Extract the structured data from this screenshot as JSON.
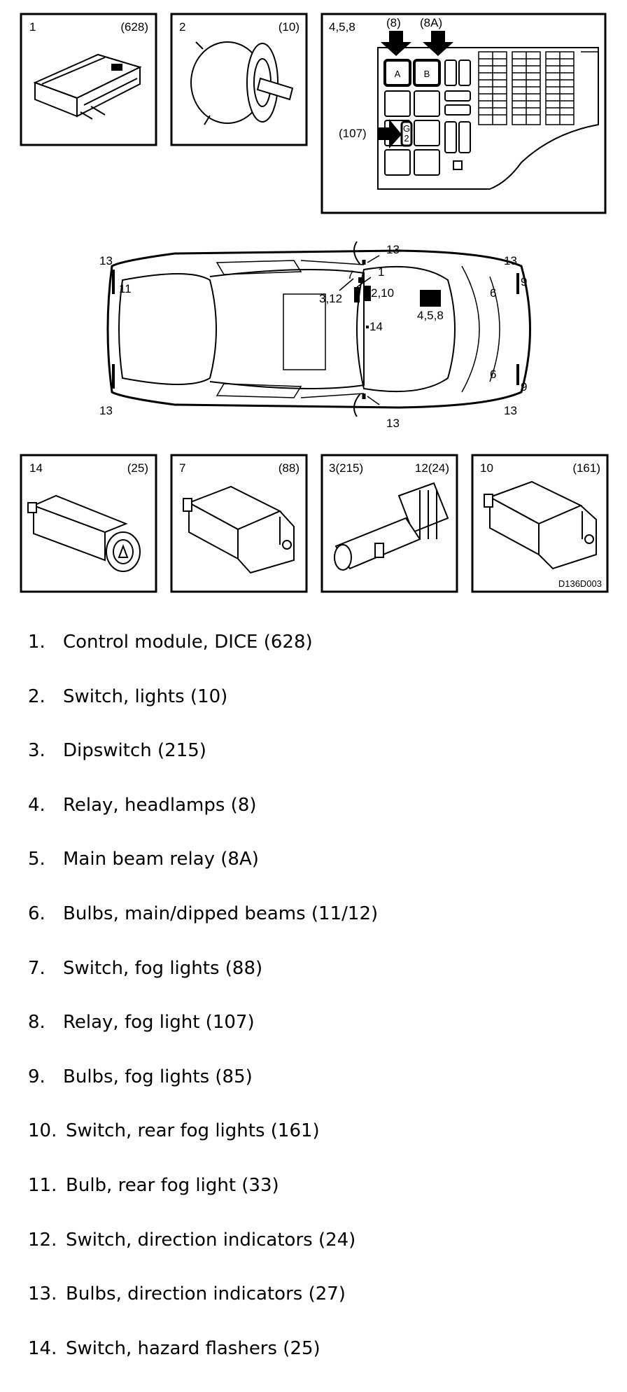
{
  "panels_top": [
    {
      "id": "1",
      "code": "(628)"
    },
    {
      "id": "2",
      "code": "(10)"
    }
  ],
  "fusebox": {
    "label": "4,5,8",
    "arrow_labels": [
      "(8)",
      "(8A)",
      "(107)"
    ],
    "cells": [
      "A",
      "B",
      "G",
      "2"
    ]
  },
  "car_labels": [
    "13",
    "13",
    "13",
    "13",
    "13",
    "13",
    "11",
    "7",
    "1",
    "3,12",
    "2,10",
    "4,5,8",
    "14",
    "6",
    "6",
    "9",
    "9"
  ],
  "panels_bottom": [
    {
      "id": "14",
      "code": "(25)"
    },
    {
      "id": "7",
      "code": "(88)"
    },
    {
      "id": "3(215)",
      "code": "12(24)"
    },
    {
      "id": "10",
      "code": "(161)"
    }
  ],
  "figure_code": "D136D003",
  "legend": [
    {
      "num": "1.",
      "text": "Control module, DICE (628)"
    },
    {
      "num": "2.",
      "text": "Switch, lights (10)"
    },
    {
      "num": "3.",
      "text": "Dipswitch (215)"
    },
    {
      "num": "4.",
      "text": "Relay, headlamps (8)"
    },
    {
      "num": "5.",
      "text": "Main beam relay (8A)"
    },
    {
      "num": "6.",
      "text": "Bulbs, main/dipped beams (11/12)"
    },
    {
      "num": "7.",
      "text": "Switch, fog lights (88)"
    },
    {
      "num": "8.",
      "text": "Relay, fog light (107)"
    },
    {
      "num": "9.",
      "text": "Bulbs, fog lights (85)"
    },
    {
      "num": "10.",
      "text": "Switch, rear fog lights (161)"
    },
    {
      "num": "11.",
      "text": "Bulb, rear fog light (33)"
    },
    {
      "num": "12.",
      "text": "Switch, direction indicators (24)"
    },
    {
      "num": "13.",
      "text": "Bulbs, direction indicators (27)"
    },
    {
      "num": "14.",
      "text": "Switch, hazard flashers (25)"
    }
  ]
}
